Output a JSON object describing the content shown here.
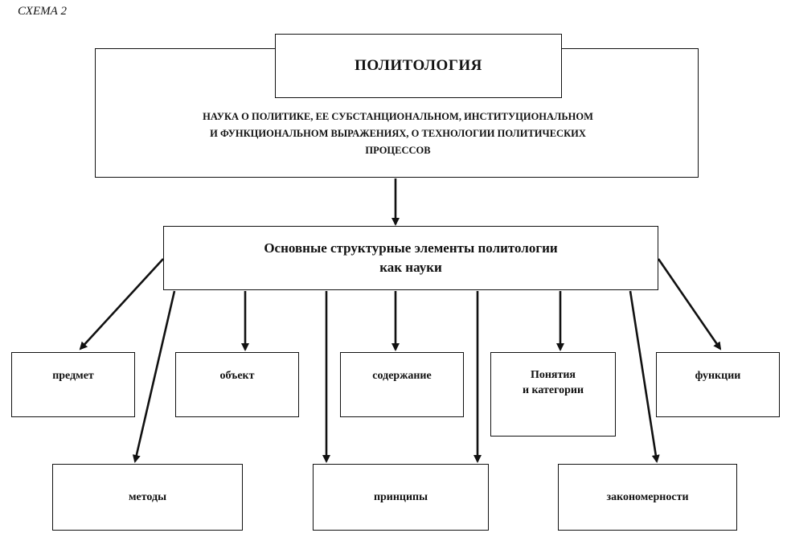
{
  "scheme_label": "СХЕМА 2",
  "title": "ПОЛИТОЛОГИЯ",
  "definition_lines": [
    "НАУКА О ПОЛИТИКЕ, ЕЕ СУБСТАНЦИОНАЛЬНОМ, ИНСТИТУЦИОНАЛЬНОМ",
    "И ФУНКЦИОНАЛЬНОМ ВЫРАЖЕНИЯХ, О ТЕХНОЛОГИИ ПОЛИТИЧЕСКИХ",
    "ПРОЦЕССОВ"
  ],
  "elements_heading_lines": [
    "Основные структурные элементы политологии",
    "как науки"
  ],
  "top_row": {
    "predmet": "предмет",
    "obekt": "объект",
    "soderzhanie": "содержание",
    "ponyatiya_line1": "Понятия",
    "ponyatiya_line2": "и категории",
    "funkcii": "функции"
  },
  "bottom_row": {
    "metody": "методы",
    "principy": "принципы",
    "zakonomernosti": "закономерности"
  }
}
